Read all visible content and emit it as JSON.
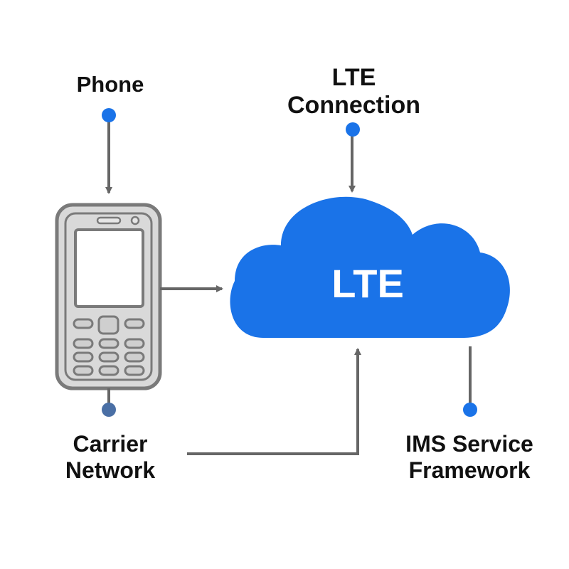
{
  "colors": {
    "accent_blue": "#1a73e8",
    "connector_gray": "#666666",
    "phone_body": "#d9d9d9",
    "phone_outline": "#7a7a7a",
    "carrier_dot": "#4a6fa5"
  },
  "nodes": {
    "phone": {
      "label": "Phone"
    },
    "lte_connection": {
      "label_line1": "LTE",
      "label_line2": "Connection"
    },
    "cloud": {
      "label": "LTE"
    },
    "carrier_network": {
      "label_line1": "Carrier",
      "label_line2": "Network"
    },
    "ims": {
      "label_line1": "IMS Service",
      "label_line2": "Framework"
    }
  },
  "icons": [
    "mobile-phone-icon",
    "cloud-icon"
  ]
}
